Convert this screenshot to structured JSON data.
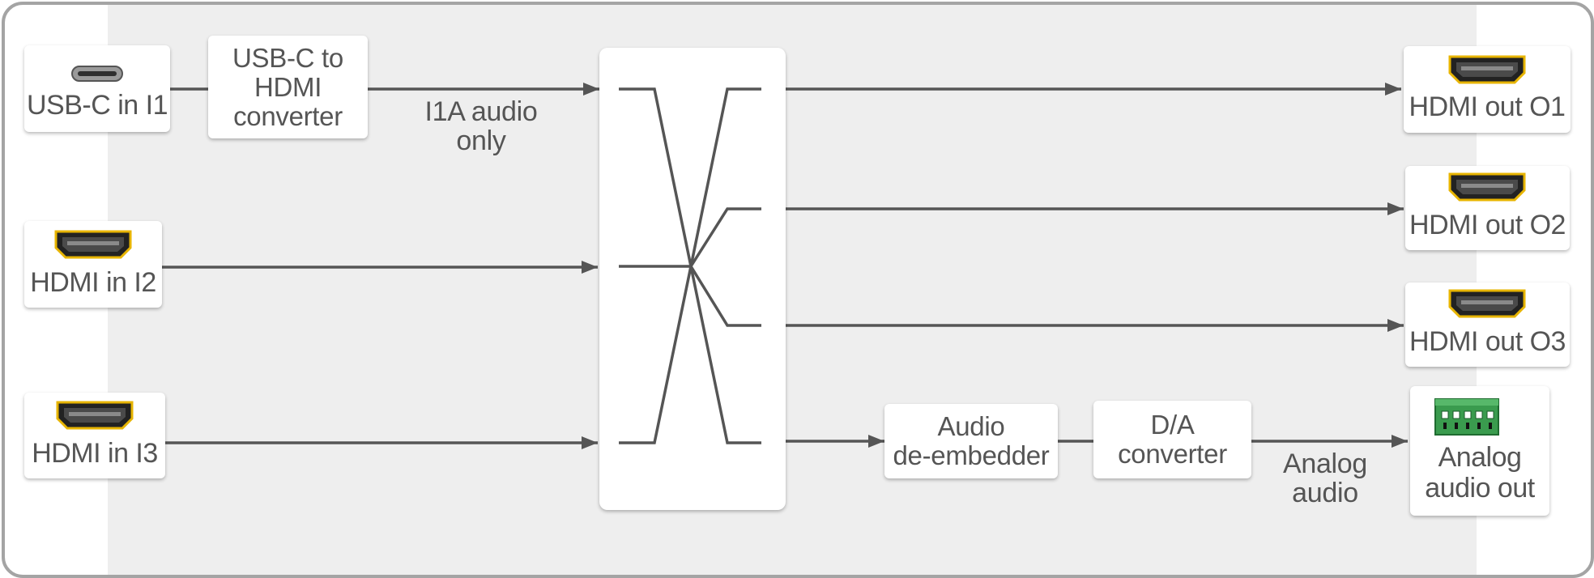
{
  "inputs": {
    "usbc": "USB-C in I1",
    "hdmi2": "HDMI in I2",
    "hdmi3": "HDMI in I3"
  },
  "converter": [
    "USB-C to",
    "HDMI",
    "converter"
  ],
  "audio_note": [
    "I1A audio",
    "only"
  ],
  "outputs": {
    "o1": "HDMI out O1",
    "o2": "HDMI out O2",
    "o3": "HDMI out O3",
    "analog": [
      "Analog",
      "audio out"
    ]
  },
  "deembedder": [
    "Audio",
    "de-embedder"
  ],
  "da_converter": [
    "D/A",
    "converter"
  ],
  "analog_note": [
    "Analog",
    "audio"
  ],
  "colors": {
    "line": "#555555",
    "panel": "#eeeeee",
    "frame": "#a4a4a4",
    "hdmi_gold": "#e7b400",
    "terminal_green": "#3a9b4e"
  },
  "icons": {
    "usbc": "usb-c-port-icon",
    "hdmi": "hdmi-port-icon",
    "terminal": "terminal-block-icon"
  }
}
